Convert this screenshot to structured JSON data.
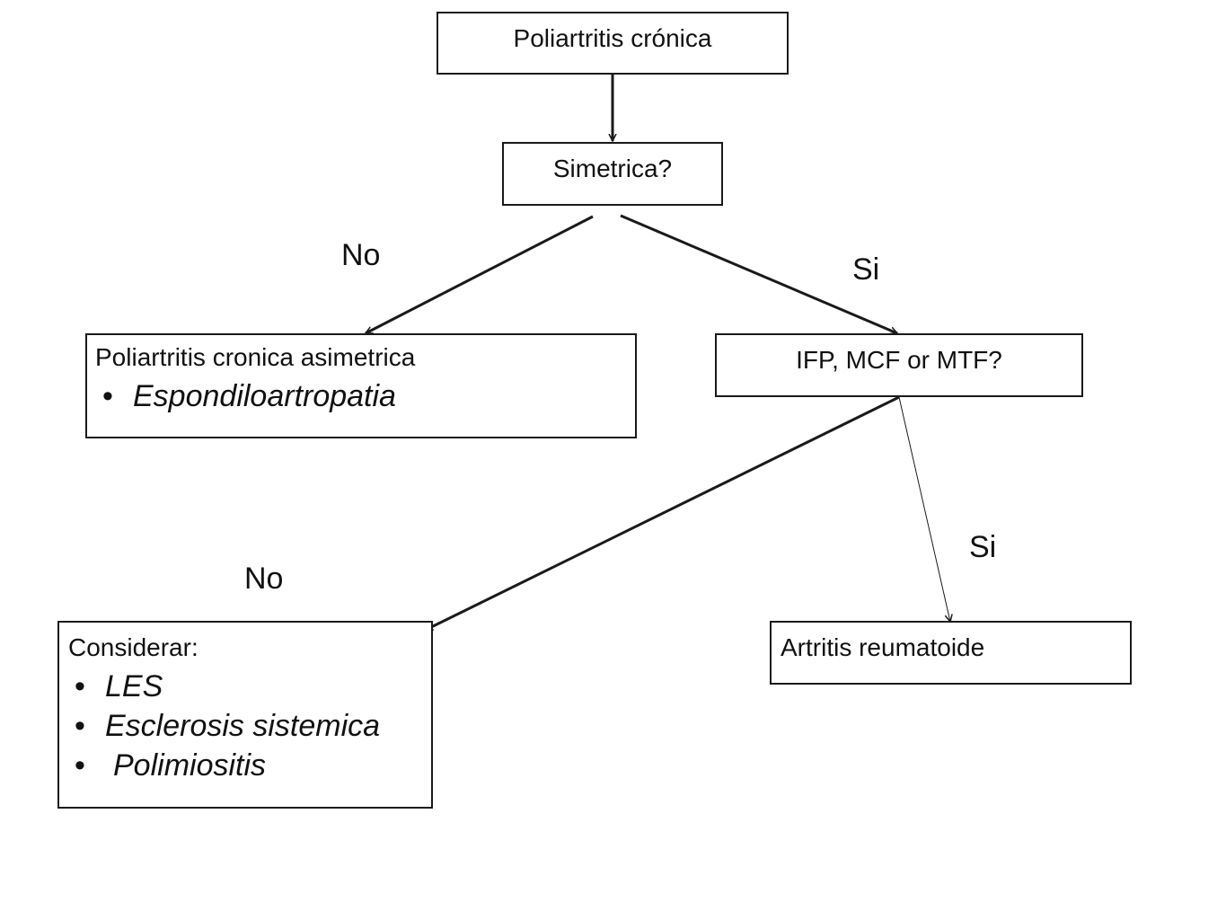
{
  "nodes": {
    "start": {
      "title": "Poliartritis crónica"
    },
    "symmetric_question": {
      "title": "Simetrica?"
    },
    "asymmetric": {
      "title": "Poliartritis cronica asimetrica",
      "items": [
        "Espondiloartropatia"
      ]
    },
    "joints_question": {
      "title": "IFP, MCF or MTF?"
    },
    "consider": {
      "title": "Considerar:",
      "items": [
        "LES",
        "Esclerosis sistemica",
        "Polimiositis"
      ]
    },
    "ra": {
      "title": "Artritis reumatoide"
    }
  },
  "edge_labels": {
    "symmetric_no": "No",
    "symmetric_yes": "Si",
    "joints_no": "No",
    "joints_yes": "Si"
  },
  "bullet_glyph": "•"
}
